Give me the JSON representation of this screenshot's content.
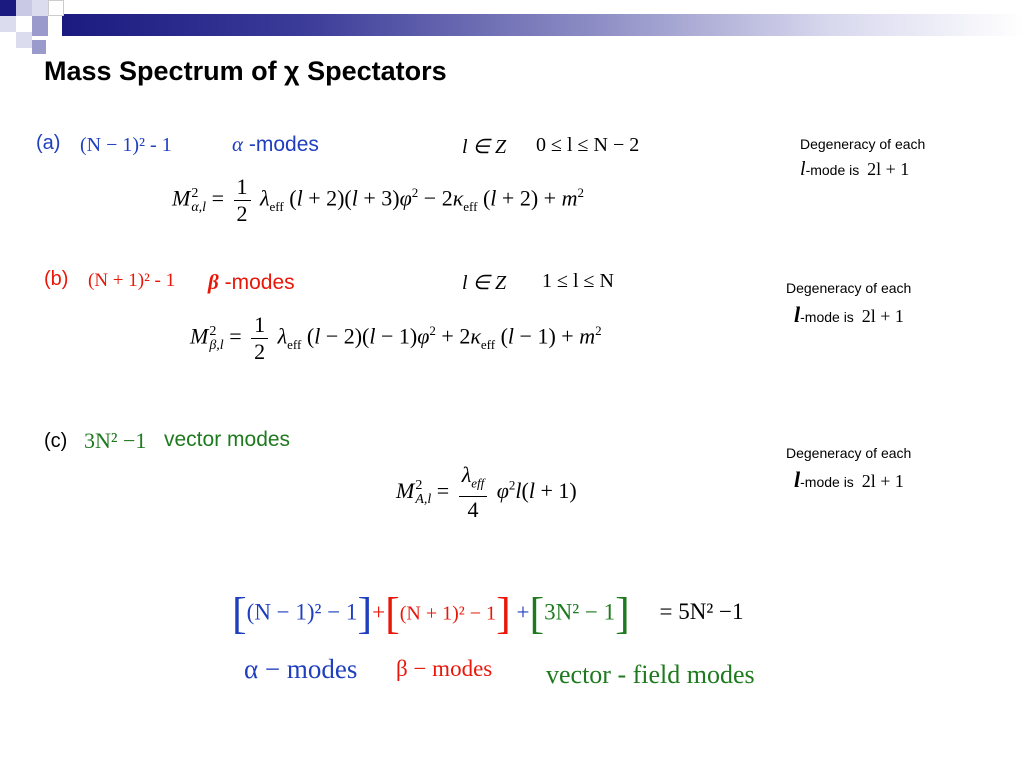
{
  "slide": {
    "title": "Mass Spectrum of χ Spectators"
  },
  "section_a": {
    "label": "(a)",
    "count": "(N − 1)² - 1",
    "mode_symbol": "α",
    "mode_word": "-modes",
    "range_l": "l ∈ Z",
    "range_bounds": "0 ≤ l ≤ N − 2",
    "degeneracy_line1": "Degeneracy of each",
    "degeneracy_l": "l",
    "degeneracy_mid": "-mode is",
    "degeneracy_value": "2l + 1",
    "formula_lhs": "M",
    "formula_sub": "α,l",
    "formula_rhs": "λ(l+2)(l+3)φ² − 2κ(l+2) + m²"
  },
  "section_b": {
    "label": "(b)",
    "count": "(N + 1)² - 1",
    "mode_symbol": "β",
    "mode_word": "-modes",
    "range_l": "l ∈ Z",
    "range_bounds": "1 ≤ l ≤ N",
    "degeneracy_line1": "Degeneracy of each",
    "degeneracy_l": "l",
    "degeneracy_mid": "-mode is",
    "degeneracy_value": "2l + 1",
    "formula_lhs": "M",
    "formula_sub": "β,l",
    "formula_rhs": "λ(l−2)(l−1)φ² + 2κ(l−1) + m²"
  },
  "section_c": {
    "label": "(c)",
    "count": "3N² −1",
    "mode_word": "vector modes",
    "degeneracy_line1": "Degeneracy of each",
    "degeneracy_l": "l",
    "degeneracy_mid": "-mode is",
    "degeneracy_value": "2l + 1",
    "formula_lhs": "M",
    "formula_sub": "A,l",
    "formula_rhs": "φ²l(l+1)"
  },
  "summary": {
    "term1": "(N − 1)² − 1",
    "term2": "(N + 1)² − 1",
    "term3": "3N² − 1",
    "result": "= 5N² −1",
    "label1": "α − modes",
    "label2": "β − modes",
    "label3": "vector - field modes"
  },
  "colors": {
    "blue": "#1f3fbf",
    "red": "#e8170a",
    "green": "#1f7a1f",
    "banner_dark": "#1a1a80"
  }
}
